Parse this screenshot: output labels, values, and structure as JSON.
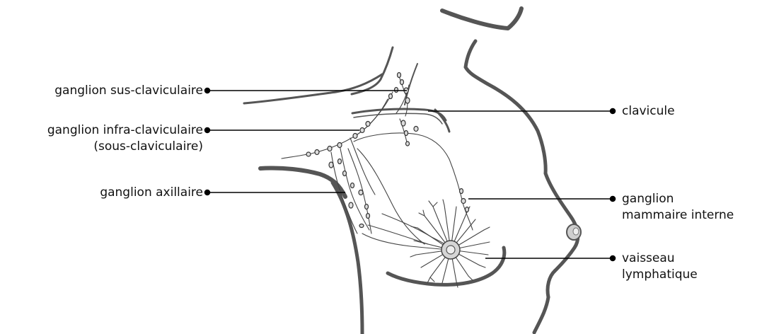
{
  "labels": {
    "sus_claviculaire": [
      "ganglion sus-claviculaire"
    ],
    "infra_claviculaire": [
      "ganglion infra-claviculaire",
      "(sous-claviculaire)"
    ],
    "axillaire": [
      "ganglion axillaire"
    ],
    "clavicule": [
      "clavicule"
    ],
    "mammaire_interne": [
      "ganglion",
      "mammaire interne"
    ],
    "vaisseau": [
      "vaisseau",
      "lymphatique"
    ]
  },
  "colors": {
    "body_outline": "#555555",
    "vessel": "#444444",
    "node_fill": "#dddddd",
    "leader": "#000000",
    "areola_fill": "#d5d5d5"
  }
}
